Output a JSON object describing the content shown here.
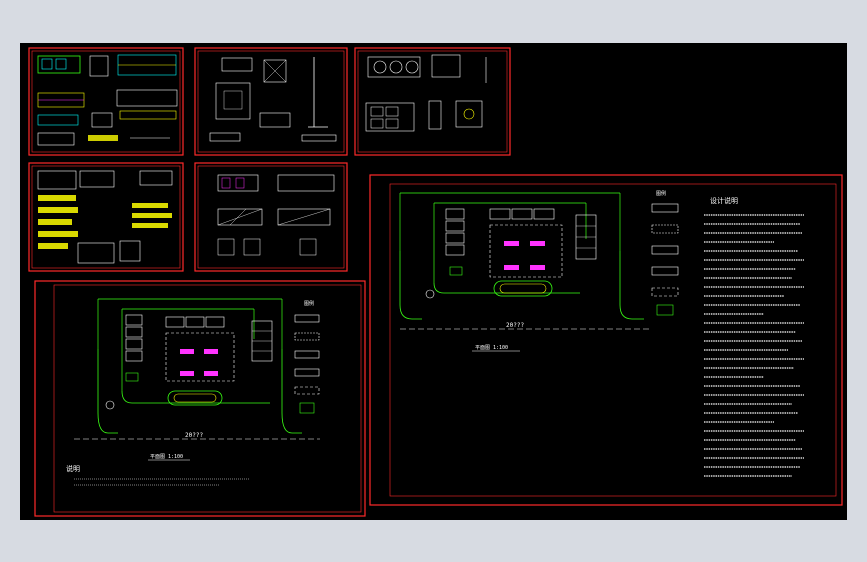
{
  "viewport_background": "#d7dbe2",
  "canvas_background": "#000000",
  "colors": {
    "frame": "#ff2a2a",
    "line": "#ffffff",
    "green": "#39ff14",
    "yellow": "#ffff00",
    "cyan": "#00ffff",
    "magenta": "#ff33ff"
  },
  "sheets": {
    "small_plan": {
      "scale_title": "平面图 1:100",
      "dimension": "20???",
      "notes_title": "说明",
      "legend_title": "图例"
    },
    "large_plan": {
      "scale_title": "平面图 1:100",
      "dimension": "20???",
      "legend_title": "图例",
      "design_notes_title": "设计说明"
    }
  }
}
